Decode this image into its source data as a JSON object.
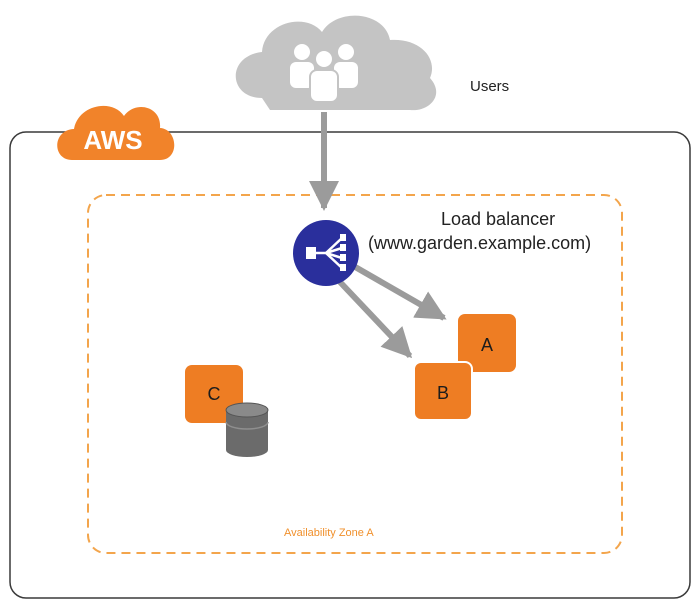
{
  "cloud_badge": "AWS",
  "users_label": "Users",
  "load_balancer": {
    "title": "Load balancer",
    "host": "(www.garden.example.com)"
  },
  "instances": {
    "a": "A",
    "b": "B",
    "c": "C"
  },
  "zone_label": "Availability Zone A",
  "colors": {
    "aws_orange": "#f1832a",
    "instance_orange": "#ee7d23",
    "zone_dash": "#f3a54c",
    "lb_blue": "#2a2f9c",
    "cloud_gray": "#c4c4c4",
    "arrow_gray": "#9b9b9b",
    "db_gray": "#6b6b6b"
  },
  "icons": [
    "users-cloud-icon",
    "aws-cloud-icon",
    "load-balancer-icon",
    "database-icon"
  ]
}
